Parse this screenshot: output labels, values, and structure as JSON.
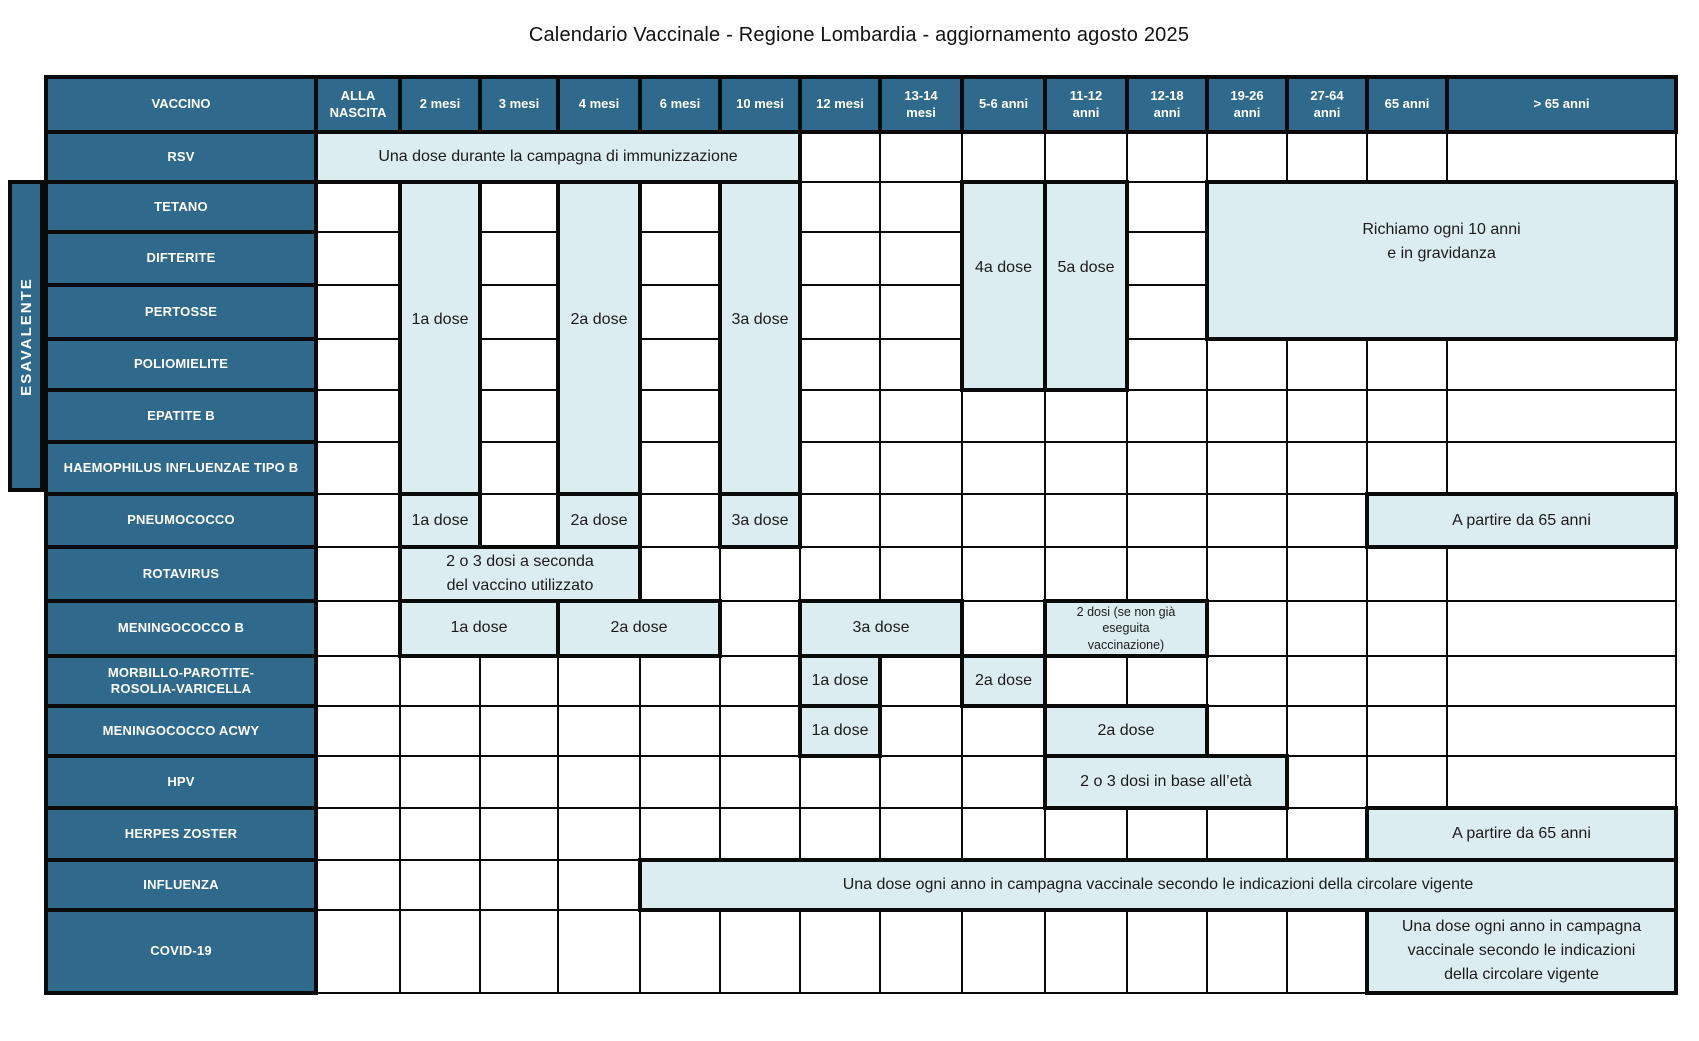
{
  "page": {
    "title": "Calendario Vaccinale - Regione Lombardia - aggiornamento agosto 2025"
  },
  "colors": {
    "header_bg": "#2F6A8C",
    "highlight_bg": "#DCEDF2",
    "border": "#0A0A0A"
  },
  "side_label": "ESAVALENTE",
  "table": {
    "columns": [
      "VACCINO",
      "ALLA\nNASCITA",
      "2 mesi",
      "3 mesi",
      "4 mesi",
      "6 mesi",
      "10 mesi",
      "12 mesi",
      "13-14\nmesi",
      "5-6 anni",
      "11-12\nanni",
      "12-18\nanni",
      "19-26\nanni",
      "27-64\nanni",
      "65 anni",
      "> 65 anni"
    ],
    "rows": [
      {
        "label": "RSV"
      },
      {
        "label": "TETANO"
      },
      {
        "label": "DIFTERITE"
      },
      {
        "label": "PERTOSSE"
      },
      {
        "label": "POLIOMIELITE"
      },
      {
        "label": "EPATITE B"
      },
      {
        "label": "HAEMOPHILUS INFLUENZAE TIPO B"
      },
      {
        "label": "PNEUMOCOCCO"
      },
      {
        "label": "ROTAVIRUS"
      },
      {
        "label": "MENINGOCOCCO B"
      },
      {
        "label": "MORBILLO-PAROTITE-\nROSOLIA-VARICELLA"
      },
      {
        "label": "MENINGOCOCCO ACWY"
      },
      {
        "label": "HPV"
      },
      {
        "label": "HERPES ZOSTER"
      },
      {
        "label": "INFLUENZA"
      },
      {
        "label": "COVID-19"
      }
    ],
    "boxes": [
      {
        "row": 0,
        "col": 1,
        "colspan": 6,
        "rowspan": 1,
        "text": "Una dose durante la campagna di immunizzazione"
      },
      {
        "row": 1,
        "col": 2,
        "colspan": 1,
        "rowspan": 6,
        "text": "1a dose"
      },
      {
        "row": 1,
        "col": 4,
        "colspan": 1,
        "rowspan": 6,
        "text": "2a dose"
      },
      {
        "row": 1,
        "col": 6,
        "colspan": 1,
        "rowspan": 6,
        "text": "3a dose"
      },
      {
        "row": 1,
        "col": 9,
        "colspan": 1,
        "rowspan": 4,
        "text": "4a dose"
      },
      {
        "row": 1,
        "col": 10,
        "colspan": 1,
        "rowspan": 4,
        "text": "5a dose"
      },
      {
        "row": 1,
        "col": 12,
        "colspan": 4,
        "rowspan": 3,
        "text": "Richiamo ogni 10 anni\ne in gravidanza"
      },
      {
        "row": 7,
        "col": 2,
        "colspan": 1,
        "rowspan": 1,
        "text": "1a dose"
      },
      {
        "row": 7,
        "col": 4,
        "colspan": 1,
        "rowspan": 1,
        "text": "2a dose"
      },
      {
        "row": 7,
        "col": 6,
        "colspan": 1,
        "rowspan": 1,
        "text": "3a dose"
      },
      {
        "row": 7,
        "col": 14,
        "colspan": 2,
        "rowspan": 1,
        "text": "A partire da 65 anni"
      },
      {
        "row": 8,
        "col": 2,
        "colspan": 3,
        "rowspan": 1,
        "text": "2 o 3 dosi a seconda\ndel vaccino utilizzato"
      },
      {
        "row": 9,
        "col": 2,
        "colspan": 2,
        "rowspan": 1,
        "text": "1a dose"
      },
      {
        "row": 9,
        "col": 4,
        "colspan": 2,
        "rowspan": 1,
        "text": "2a dose"
      },
      {
        "row": 9,
        "col": 7,
        "colspan": 2,
        "rowspan": 1,
        "text": "3a dose"
      },
      {
        "row": 9,
        "col": 10,
        "colspan": 2,
        "rowspan": 1,
        "text": "2 dosi (se non già\neseguita\nvaccinazione)",
        "tiny": true
      },
      {
        "row": 10,
        "col": 7,
        "colspan": 1,
        "rowspan": 1,
        "text": "1a dose"
      },
      {
        "row": 10,
        "col": 9,
        "colspan": 1,
        "rowspan": 1,
        "text": "2a dose"
      },
      {
        "row": 11,
        "col": 7,
        "colspan": 1,
        "rowspan": 1,
        "text": "1a dose"
      },
      {
        "row": 11,
        "col": 10,
        "colspan": 2,
        "rowspan": 1,
        "text": "2a dose"
      },
      {
        "row": 12,
        "col": 10,
        "colspan": 3,
        "rowspan": 1,
        "text": "2 o 3 dosi in base all’età"
      },
      {
        "row": 13,
        "col": 14,
        "colspan": 2,
        "rowspan": 1,
        "text": "A partire da 65 anni"
      },
      {
        "row": 14,
        "col": 5,
        "colspan": 11,
        "rowspan": 1,
        "text": "Una dose ogni anno in campagna vaccinale secondo le indicazioni della circolare vigente"
      },
      {
        "row": 15,
        "col": 14,
        "colspan": 2,
        "rowspan": 1,
        "text": "Una dose ogni anno in campagna\nvaccinale secondo le indicazioni\ndella circolare vigente"
      }
    ]
  }
}
